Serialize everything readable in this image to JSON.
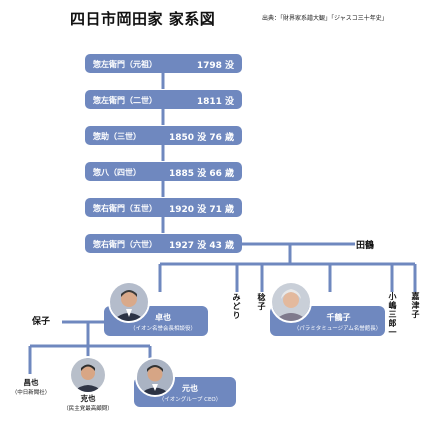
{
  "title": "四日市岡田家 家系図",
  "source": "出典：「財界家系譜大観」「ジャスコ三十年史」",
  "generations": [
    {
      "name": "惣左衛門（元祖）",
      "years": "1798 没"
    },
    {
      "name": "惣左衛門（二世）",
      "years": "1811 没"
    },
    {
      "name": "惣助（三世）",
      "years": "1850 没 76 歳"
    },
    {
      "name": "惣八（四世）",
      "years": "1885 没 66 歳"
    },
    {
      "name": "惣右衛門（五世）",
      "years": "1920 没 71 歳"
    },
    {
      "name": "惣右衛門（六世）",
      "years": "1927 没 43 歳"
    }
  ],
  "spouse": "田鶴",
  "children": {
    "takuya": {
      "name": "卓也",
      "title": "（イオン名誉会長相談役）"
    },
    "midori": "みどり",
    "toshiko": "稔子",
    "chizuko": {
      "name": "千鶴子",
      "title": "（パラミタミュージアム名誉館長）"
    },
    "kojima": "小嶋三郎一",
    "kaoruko": "嘉津子"
  },
  "takuya_spouse": "保子",
  "grandchildren": {
    "masaya": {
      "name": "昌也",
      "title": "（中日新聞社）"
    },
    "katsuya": {
      "name": "克也",
      "title": "（民主党最高顧問）"
    },
    "motoya": {
      "name": "元也",
      "title": "（イオングループ CEO）"
    }
  },
  "colors": {
    "box": "#6f88bf",
    "line": "#6f88bf"
  }
}
